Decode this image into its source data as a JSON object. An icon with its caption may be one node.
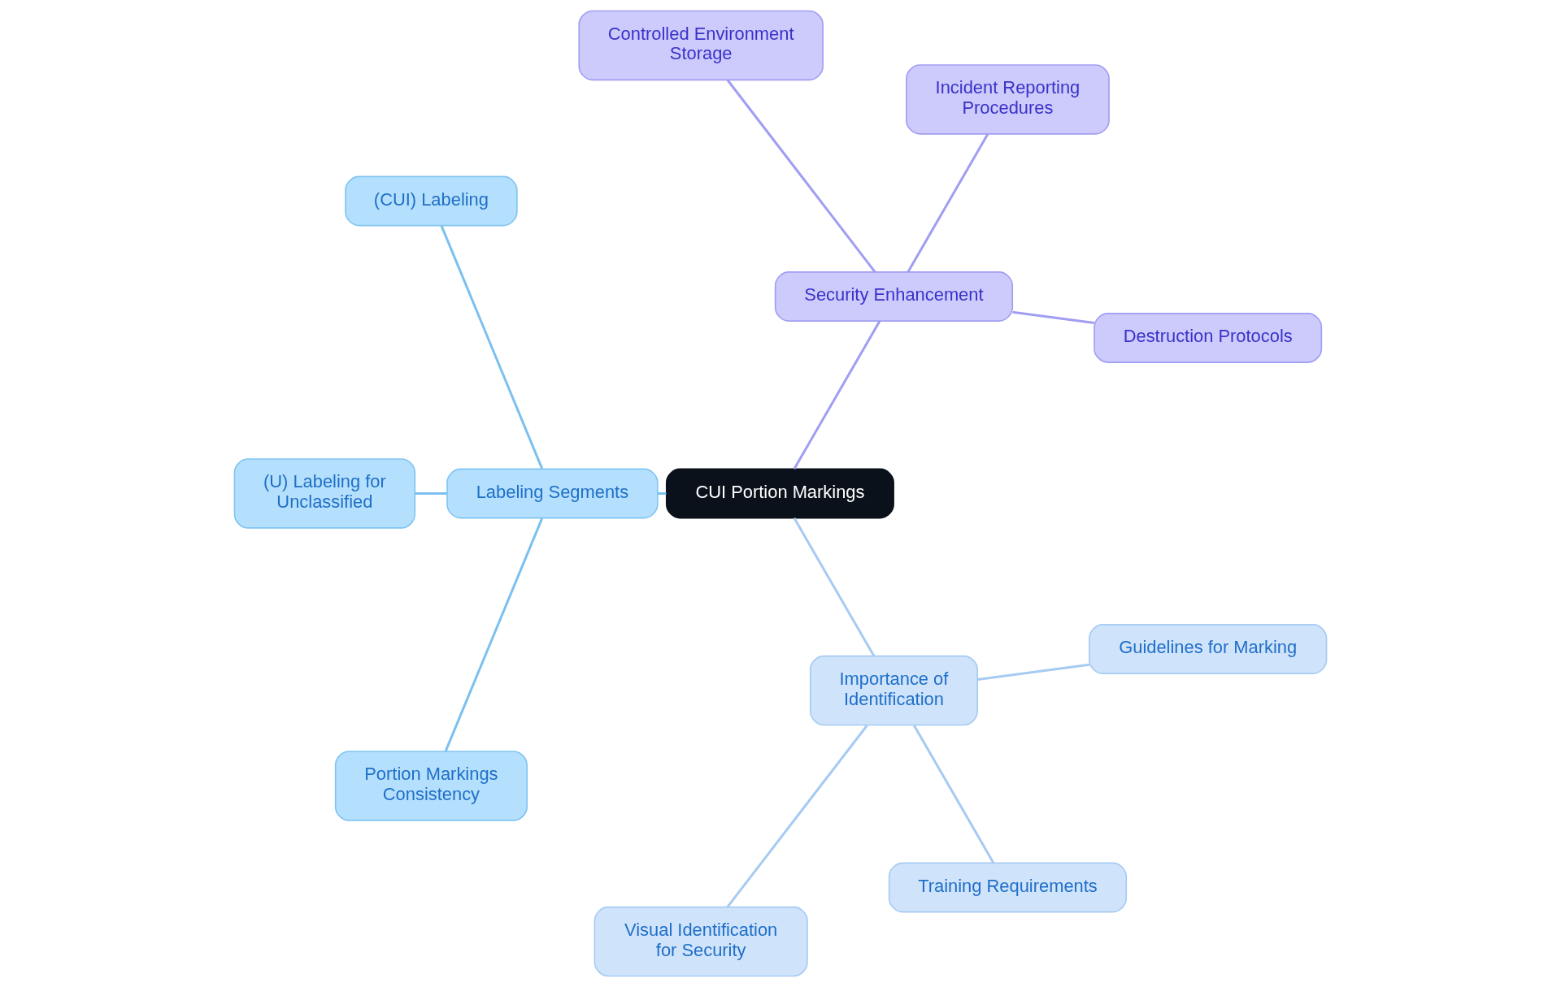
{
  "diagram": {
    "nodes": [
      {
        "text": [
          "CUI Portion Markings"
        ]
      },
      {
        "text": [
          "Security Enhancement"
        ]
      },
      {
        "text": [
          "Destruction Protocols"
        ]
      },
      {
        "text": [
          "Incident Reporting Procedures"
        ]
      },
      {
        "text": [
          "Controlled Environment Storage"
        ]
      },
      {
        "text": [
          "Labeling Segments"
        ]
      },
      {
        "text": [
          "(CUI) Labeling"
        ]
      },
      {
        "text": [
          "(U) Labeling for Unclassified"
        ]
      },
      {
        "text": [
          "Portion Markings Consistency"
        ]
      },
      {
        "text": [
          "Importance of Identification"
        ]
      },
      {
        "text": [
          "Visual Identification for Security"
        ]
      },
      {
        "text": [
          "Training Requirements"
        ]
      },
      {
        "text": [
          "Guidelines for Marking"
        ]
      }
    ],
    "edges": [
      {
        "from": 0,
        "to": 1,
        "arrow": "none",
        "color": "#a09ef2"
      },
      {
        "from": 1,
        "to": 2,
        "arrow": "none",
        "color": "#a09ef2"
      },
      {
        "from": 1,
        "to": 3,
        "arrow": "none",
        "color": "#a09ef2"
      },
      {
        "from": 1,
        "to": 4,
        "arrow": "none",
        "color": "#a09ef2"
      },
      {
        "from": 0,
        "to": 5,
        "arrow": "none",
        "color": "#7cc0f0"
      },
      {
        "from": 5,
        "to": 6,
        "arrow": "none",
        "color": "#7cc0f0"
      },
      {
        "from": 5,
        "to": 7,
        "arrow": "none",
        "color": "#7cc0f0"
      },
      {
        "from": 5,
        "to": 8,
        "arrow": "none",
        "color": "#7cc0f0"
      },
      {
        "from": 0,
        "to": 9,
        "arrow": "none",
        "color": "#a6cbf2"
      },
      {
        "from": 9,
        "to": 10,
        "arrow": "none",
        "color": "#a6cbf2"
      },
      {
        "from": 9,
        "to": 11,
        "arrow": "none",
        "color": "#a6cbf2"
      },
      {
        "from": 9,
        "to": 12,
        "arrow": "none",
        "color": "#a6cbf2"
      }
    ]
  }
}
